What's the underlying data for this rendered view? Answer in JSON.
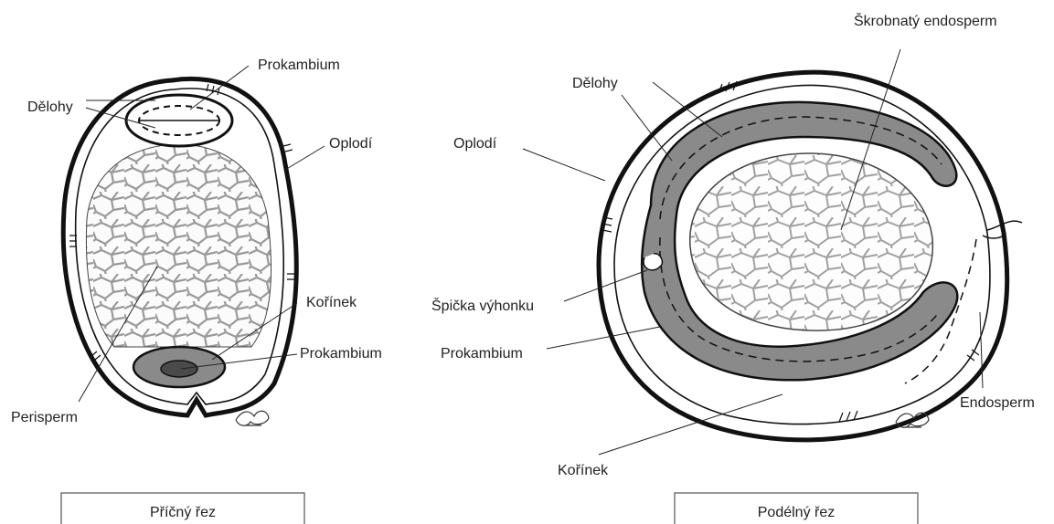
{
  "cross_section": {
    "labels": {
      "prokambium_top": "Prokambium",
      "delohy": "Dělohy",
      "oplodi": "Oplodí",
      "korinek": "Kořínek",
      "prokambium_bottom": "Prokambium",
      "perisperm": "Perisperm"
    },
    "caption": "Příčný řez"
  },
  "longitudinal_section": {
    "labels": {
      "skrobnaty_endosperm": "Škrobnatý endosperm",
      "delohy": "Dělohy",
      "oplodi": "Oplodí",
      "spicka_vyhonku": "Špička výhonku",
      "prokambium": "Prokambium",
      "endosperm": "Endosperm",
      "korinek": "Kořínek"
    },
    "caption": "Podélný řez"
  },
  "colors": {
    "embryo_fill": "#8a8a8a",
    "outline": "#111111",
    "network": "#9a9a9a"
  }
}
